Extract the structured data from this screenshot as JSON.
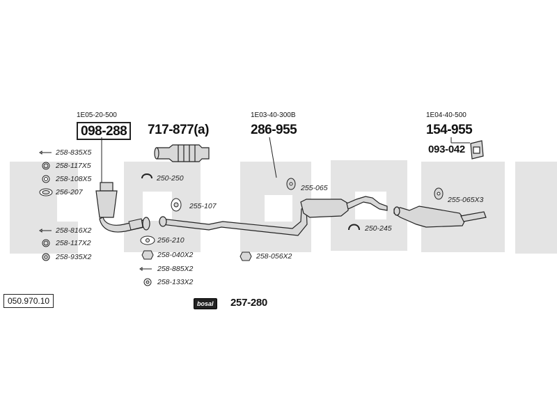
{
  "sections": [
    {
      "ref": "1E05-20-500",
      "part": "098-288"
    },
    {
      "part": "717-877(a)"
    },
    {
      "ref": "1E03-40-300B",
      "part": "286-955"
    },
    {
      "ref": "1E04-40-500",
      "part": "154-955",
      "sub_part": "093-042"
    }
  ],
  "parts": {
    "p1": "258-835X5",
    "p2": "258-117X5",
    "p3": "258-108X5",
    "p4": "256-207",
    "p5": "258-816X2",
    "p6": "258-117X2",
    "p7": "258-935X2",
    "p8": "250-250",
    "p9": "255-107",
    "p10": "256-210",
    "p11": "258-040X2",
    "p12": "258-885X2",
    "p13": "258-133X2",
    "p14": "258-056X2",
    "p15": "255-065",
    "p16": "250-245",
    "p17": "255-065X3"
  },
  "catalog_number": "050.970.10",
  "logo": {
    "text": "bosal",
    "part": "257-280"
  },
  "colors": {
    "watermark": "#e3e3e3",
    "line": "#222222",
    "pipe_fill": "#d8d8d8"
  }
}
